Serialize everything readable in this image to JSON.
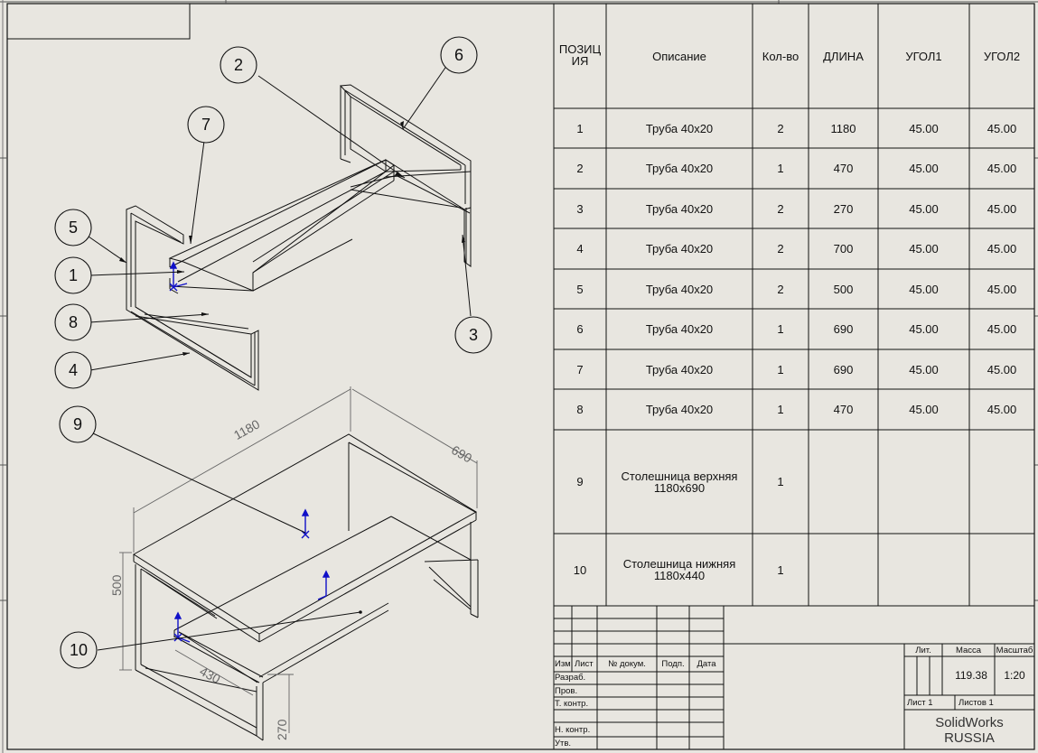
{
  "bom": {
    "headers": [
      "ПОЗИЦИЯ",
      "Описание",
      "Кол-во",
      "ДЛИНА",
      "УГОЛ1",
      "УГОЛ2"
    ],
    "rows": [
      {
        "pos": "1",
        "desc": "Труба 40x20",
        "qty": "2",
        "len": "1180",
        "a1": "45.00",
        "a2": "45.00"
      },
      {
        "pos": "2",
        "desc": "Труба 40x20",
        "qty": "1",
        "len": "470",
        "a1": "45.00",
        "a2": "45.00"
      },
      {
        "pos": "3",
        "desc": "Труба 40x20",
        "qty": "2",
        "len": "270",
        "a1": "45.00",
        "a2": "45.00"
      },
      {
        "pos": "4",
        "desc": "Труба 40x20",
        "qty": "2",
        "len": "700",
        "a1": "45.00",
        "a2": "45.00"
      },
      {
        "pos": "5",
        "desc": "Труба 40x20",
        "qty": "2",
        "len": "500",
        "a1": "45.00",
        "a2": "45.00"
      },
      {
        "pos": "6",
        "desc": "Труба 40x20",
        "qty": "1",
        "len": "690",
        "a1": "45.00",
        "a2": "45.00"
      },
      {
        "pos": "7",
        "desc": "Труба 40x20",
        "qty": "1",
        "len": "690",
        "a1": "45.00",
        "a2": "45.00"
      },
      {
        "pos": "8",
        "desc": "Труба 40x20",
        "qty": "1",
        "len": "470",
        "a1": "45.00",
        "a2": "45.00"
      },
      {
        "pos": "9",
        "desc": "Столешница верхняя 1180x690",
        "qty": "1",
        "len": "",
        "a1": "",
        "a2": ""
      },
      {
        "pos": "10",
        "desc": "Столешница нижняя 1180x440",
        "qty": "1",
        "len": "",
        "a1": "",
        "a2": ""
      }
    ]
  },
  "balloons": [
    "1",
    "2",
    "3",
    "4",
    "5",
    "6",
    "7",
    "8",
    "9",
    "10"
  ],
  "dimensions": {
    "length": "1180",
    "width": "690",
    "height": "500",
    "shelf_width": "430",
    "shelf_height": "270"
  },
  "title_block": {
    "col_izm": "Изм.",
    "col_list": "Лист",
    "col_doc": "№ докум.",
    "col_sign": "Подп.",
    "col_date": "Дата",
    "row_razrab": "Разраб.",
    "row_prov": "Пров.",
    "row_tkontr": "Т. контр.",
    "row_nkontr": "Н. контр.",
    "row_utv": "Утв.",
    "lit": "Лит.",
    "massa": "Масса",
    "masshtab": "Масштаб",
    "mass_value": "119.38",
    "scale_value": "1:20",
    "sheet": "Лист 1",
    "sheets": "Листов 1",
    "company_line1": "SolidWorks",
    "company_line2": "RUSSIA"
  },
  "colors": {
    "paper": "#e8e6e0",
    "line": "#111111",
    "axis": "#1010c8"
  }
}
